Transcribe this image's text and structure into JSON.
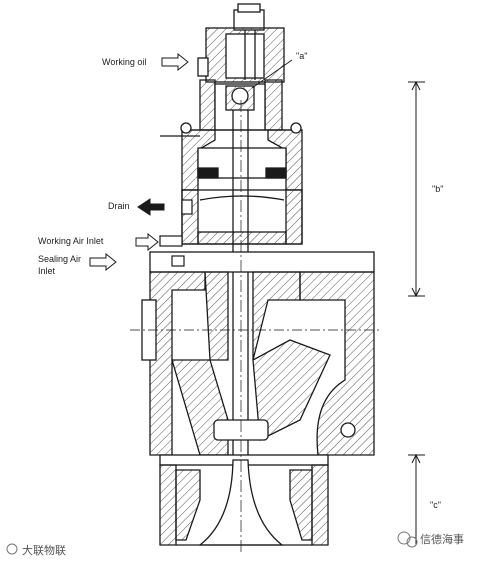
{
  "labels": {
    "working_oil": "Working oil",
    "point_a": "\"a\"",
    "drain": "Drain",
    "working_air_inlet": "Working Air Inlet",
    "sealing_air_inlet_line1": "Sealing Air",
    "sealing_air_inlet_line2": "Inlet",
    "dimension_b": "\"b\"",
    "dimension_c": "\"c\""
  },
  "watermarks": {
    "left": "大联物联",
    "right": "信德海事"
  },
  "colors": {
    "ink": "#1a1a1a",
    "hatch": "#555555",
    "background": "#ffffff"
  }
}
